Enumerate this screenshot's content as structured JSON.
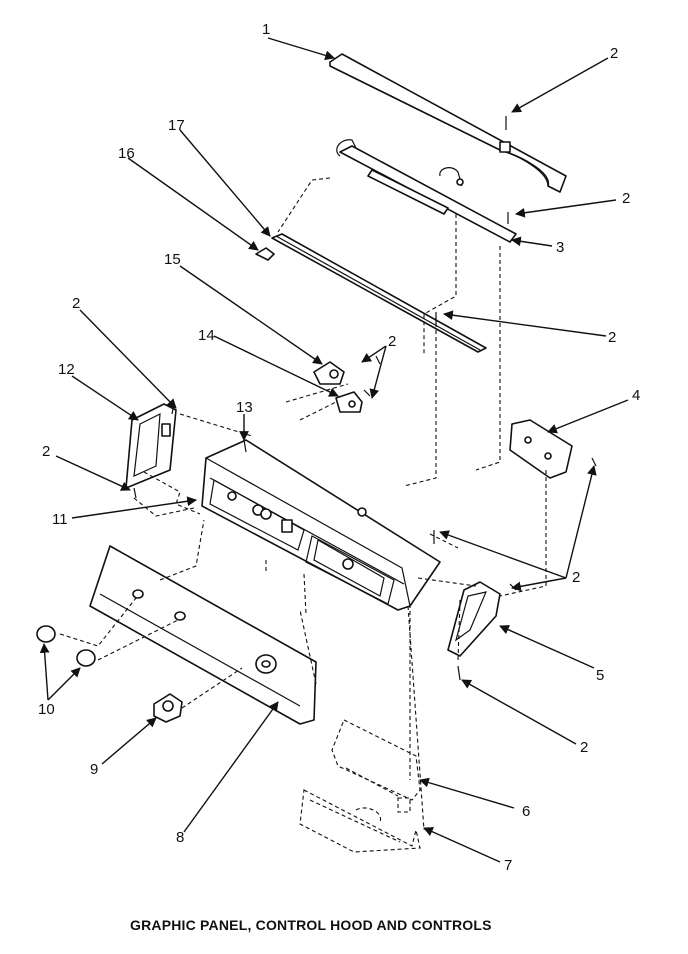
{
  "caption": "GRAPHIC PANEL, CONTROL HOOD AND CONTROLS",
  "callouts": {
    "c1": "1",
    "c2a": "2",
    "c2b": "2",
    "c2c": "2",
    "c2d": "2",
    "c2e": "2",
    "c2f": "2",
    "c2g": "2",
    "c2h": "2",
    "c3": "3",
    "c4": "4",
    "c5": "5",
    "c6": "6",
    "c7": "7",
    "c8": "8",
    "c9": "9",
    "c10": "10",
    "c11": "11",
    "c12": "12",
    "c13": "13",
    "c14": "14",
    "c15": "15",
    "c16": "16",
    "c17": "17"
  }
}
